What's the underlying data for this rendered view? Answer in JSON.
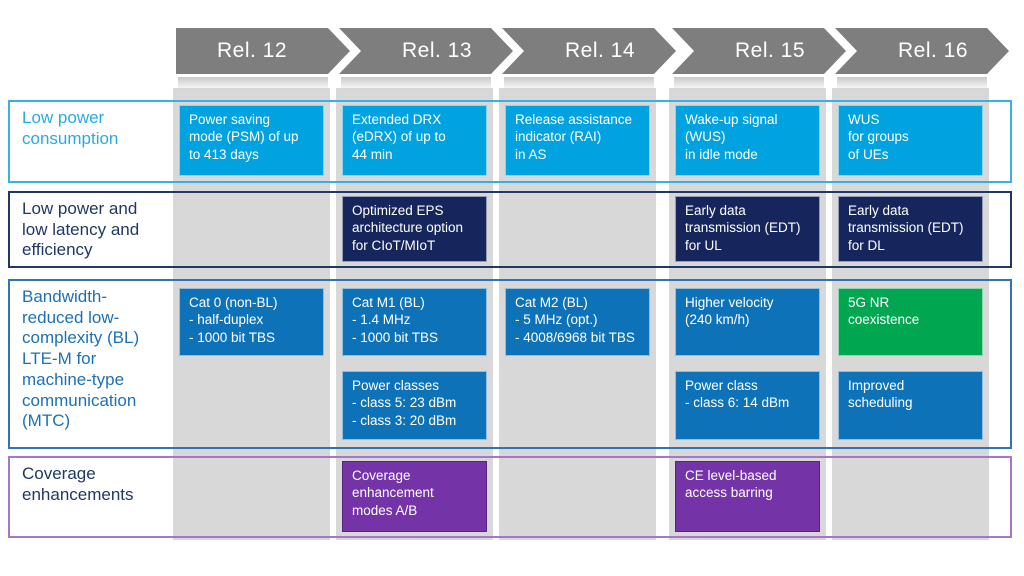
{
  "releases": [
    "Rel. 12",
    "Rel. 13",
    "Rel. 14",
    "Rel. 15",
    "Rel. 16"
  ],
  "colors": {
    "arrow_gray": "#7E7E7E",
    "column_strip": "#D8D8D8",
    "row1_accent": "#39AFE3",
    "row2_accent": "#1F3864",
    "row3_accent": "#2E75B6",
    "row4_border": "#A875CC",
    "row4_label": "#1F3864",
    "box_cyan": "#00A3E0",
    "box_navy": "#16265C",
    "box_blue": "#0E72B8",
    "box_green": "#00A650",
    "box_purple": "#7533A8"
  },
  "rows": [
    {
      "label": "Low power\nconsumption",
      "cells": {
        "r12": "Power saving\nmode (PSM) of up\nto 413 days",
        "r13": "Extended DRX\n(eDRX) of up to\n44 min",
        "r14": "Release assistance\nindicator (RAI)\nin AS",
        "r15": "Wake-up signal\n(WUS)\nin idle mode",
        "r16": "WUS\nfor groups\nof UEs"
      }
    },
    {
      "label": "Low power and\nlow latency and\nefficiency",
      "cells": {
        "r13": "Optimized EPS\narchitecture option\nfor CIoT/MIoT",
        "r15": "Early data\ntransmission (EDT)\nfor UL",
        "r16": "Early data\ntransmission (EDT)\nfor DL"
      }
    },
    {
      "label": "Bandwidth-\nreduced low-\ncomplexity (BL)\nLTE-M for\nmachine-type\ncommunication\n(MTC)",
      "cells_top": {
        "r12": "Cat 0 (non-BL)\n- half-duplex\n- 1000 bit TBS",
        "r13": "Cat M1 (BL)\n- 1.4 MHz\n- 1000 bit TBS",
        "r14": "Cat M2 (BL)\n- 5 MHz (opt.)\n- 4008/6968 bit TBS",
        "r15": "Higher velocity\n(240 km/h)",
        "r16": "5G NR\ncoexistence"
      },
      "cells_bottom": {
        "r13": "Power classes\n- class 5: 23 dBm\n- class 3: 20 dBm",
        "r15": "Power class\n- class 6: 14 dBm",
        "r16": "Improved\nscheduling"
      }
    },
    {
      "label": "Coverage\nenhancements",
      "cells": {
        "r13": "Coverage\nenhancement\nmodes A/B",
        "r15": "CE level-based\naccess barring"
      }
    }
  ]
}
